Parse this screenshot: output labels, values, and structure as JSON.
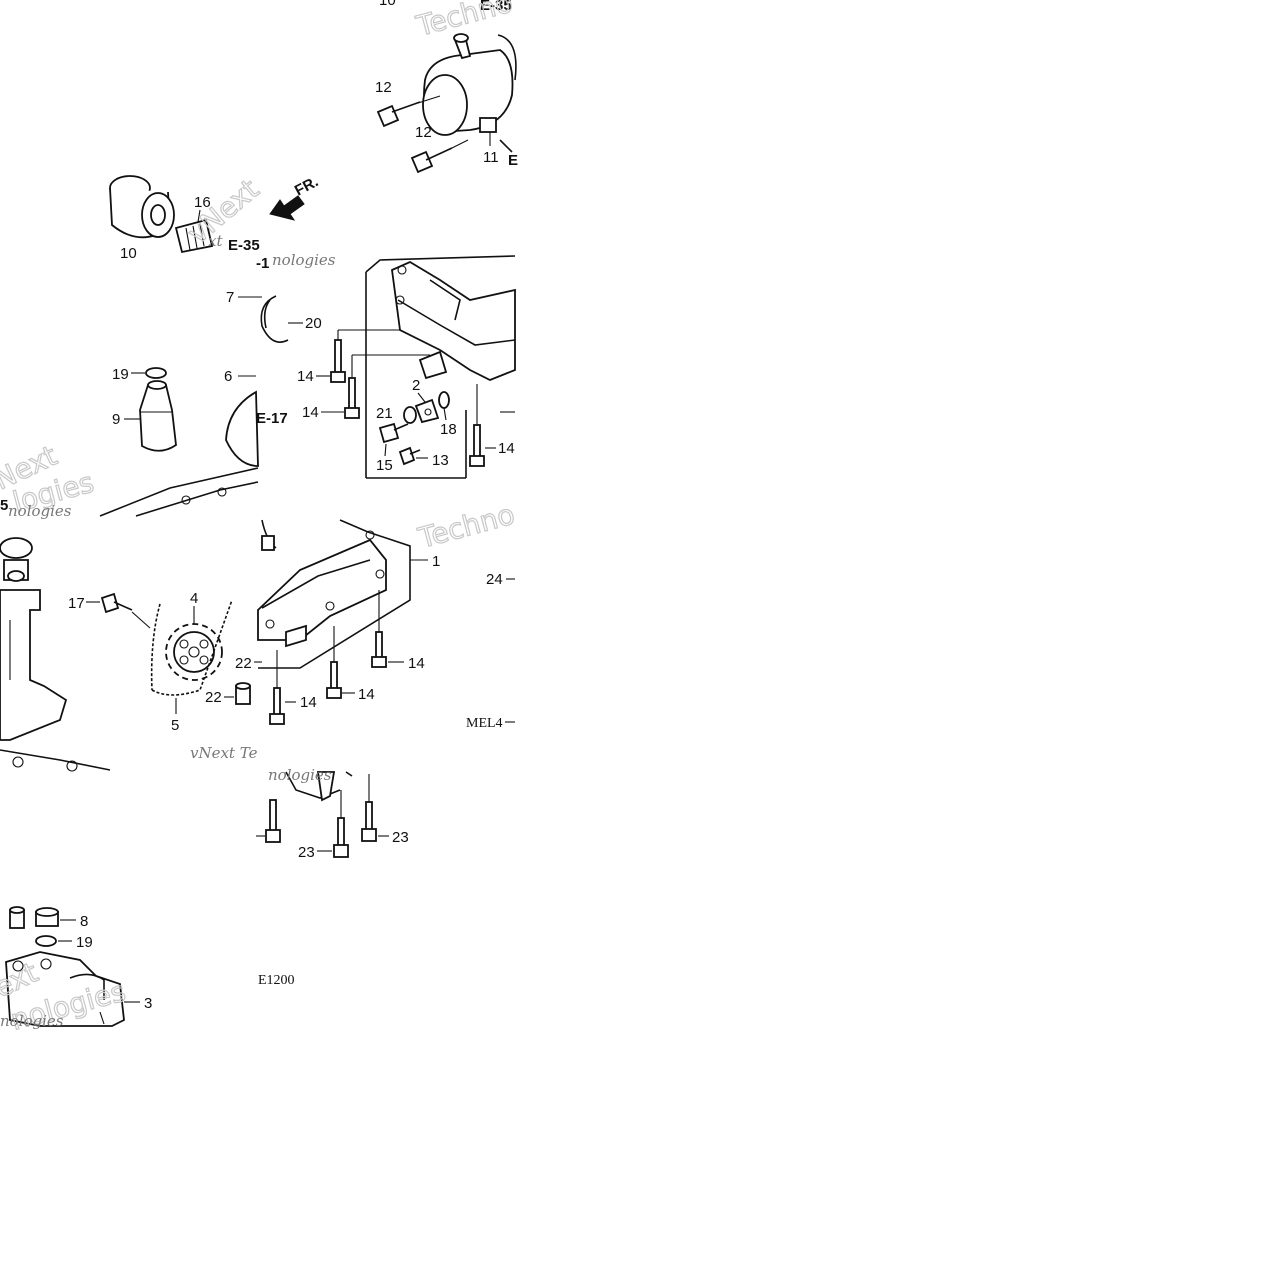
{
  "diagram": {
    "part_labels": {
      "p10_top": "10",
      "p12_a": "12",
      "p12_b": "12",
      "p11": "11",
      "p16": "16",
      "p10": "10",
      "p7": "7",
      "p20": "20",
      "p19_a": "19",
      "p9": "9",
      "p6": "6",
      "p14_a": "14",
      "p14_b": "14",
      "p2": "2",
      "p21": "21",
      "p18": "18",
      "p15": "15",
      "p13": "13",
      "p14_c": "14",
      "p17": "17",
      "p4": "4",
      "p1": "1",
      "p24": "24",
      "p22_a": "22",
      "p14_d": "14",
      "p14_e": "14",
      "p14_f": "14",
      "p22_b": "22",
      "p5": "5",
      "p23_a": "23",
      "p23_b": "23",
      "p8": "8",
      "p19_b": "19",
      "p3": "3"
    },
    "ref_labels": {
      "e35_top": "E-35",
      "e35_mid": "E-35",
      "e1": "-1",
      "e17": "E-17",
      "e5": "5",
      "e_arrow": "E"
    },
    "direction_label": "FR.",
    "codes": {
      "mel": "MEL4",
      "e1200": "E1200"
    },
    "watermarks": {
      "w1": "Techno",
      "w2": "vNext",
      "w3": "nologies",
      "w4": "xt",
      "w5": "logies",
      "w6": "nologies",
      "w7": "Techno",
      "w8": "vNext Te",
      "w9": "nologies",
      "w10": "Next",
      "w11": "nologies",
      "w12": "ext",
      "w13": "nologies"
    }
  }
}
